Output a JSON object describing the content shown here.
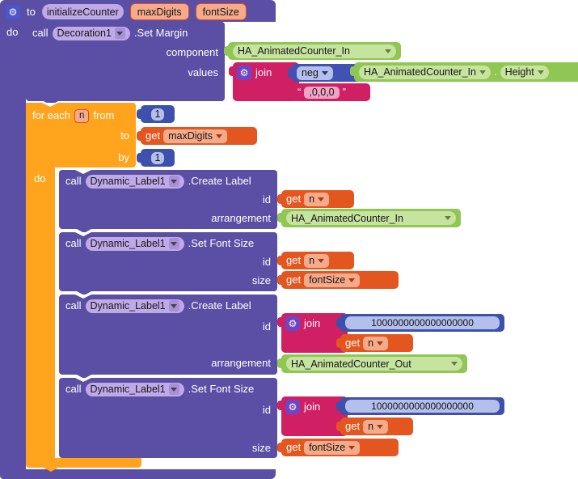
{
  "icons": {
    "gear": "⚙"
  },
  "colors": {
    "block_purple": "#5b4ea5",
    "block_orange": "#ffa41c",
    "block_magenta": "#d01f63",
    "block_blue": "#3c50ac",
    "block_red_orange": "#e4561f",
    "block_green": "#90c653",
    "chip_lavender": "#bfaae8",
    "chip_salmon": "#f5ab8b",
    "gear_badge_blue": "#4d55cd",
    "gear_badge_purple": "#6e46c2"
  },
  "procedure": {
    "to": "to",
    "name": "initializeCounter",
    "params": [
      "maxDigits",
      "fontSize"
    ],
    "do": "do"
  },
  "decoration": {
    "call": "call",
    "component": "Decoration1",
    "method": ".Set Margin",
    "component_label": "component",
    "values_label": "values",
    "component_value": "HA_AnimatedCounter_In",
    "join": "join",
    "neg": "neg",
    "height_component": "HA_AnimatedCounter_In",
    "dot": ".",
    "height_property": "Height",
    "quote_open": "“",
    "quote_close": "”",
    "text_value": ",0,0,0"
  },
  "for_each": {
    "label": "for each",
    "var": "n",
    "from": "from",
    "from_value": "1",
    "to": "to",
    "get": "get",
    "to_var": "maxDigits",
    "by": "by",
    "by_value": "1",
    "do": "do"
  },
  "calls": [
    {
      "call": "call",
      "component": "Dynamic_Label1",
      "method": ".Create Label",
      "id_label": "id",
      "get": "get",
      "id_var": "n",
      "arrangement_label": "arrangement",
      "arrangement_value": "HA_AnimatedCounter_In"
    },
    {
      "call": "call",
      "component": "Dynamic_Label1",
      "method": ".Set Font Size",
      "id_label": "id",
      "get": "get",
      "id_var": "n",
      "size_label": "size",
      "size_var": "fontSize"
    },
    {
      "call": "call",
      "component": "Dynamic_Label1",
      "method": ".Create Label",
      "id_label": "id",
      "join": "join",
      "join_number": "1000000000000000000",
      "get": "get",
      "id_var": "n",
      "arrangement_label": "arrangement",
      "arrangement_value": "HA_AnimatedCounter_Out"
    },
    {
      "call": "call",
      "component": "Dynamic_Label1",
      "method": ".Set Font Size",
      "id_label": "id",
      "join": "join",
      "join_number": "1000000000000000000",
      "get": "get",
      "id_var": "n",
      "size_label": "size",
      "size_var": "fontSize"
    }
  ]
}
